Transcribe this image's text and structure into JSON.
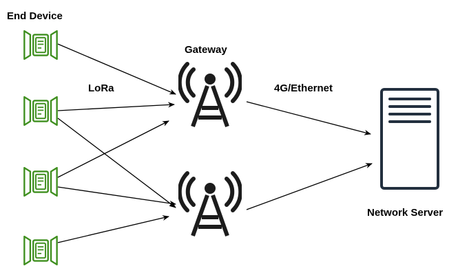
{
  "labels": {
    "end_device": "End Device",
    "gateway": "Gateway",
    "lora": "LoRa",
    "backhaul": "4G/Ethernet",
    "network_server": "Network Server"
  },
  "colors": {
    "device_stroke": "#3f8f1f",
    "tower": "#1c1c1c",
    "server": "#23303f",
    "arrow": "#000000"
  },
  "icons": {
    "end_device": "iot-sensor-icon",
    "gateway": "radio-tower-icon",
    "network_server": "server-icon"
  }
}
